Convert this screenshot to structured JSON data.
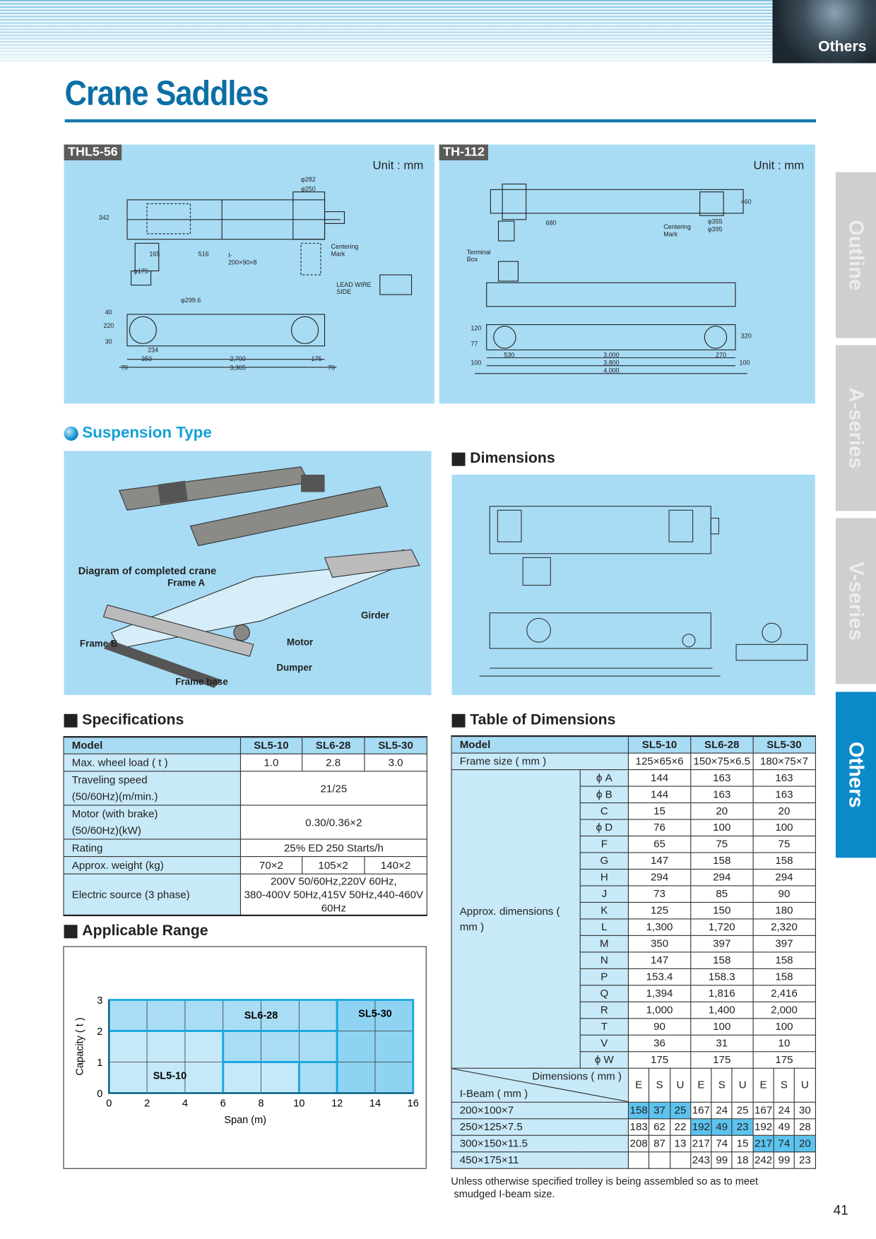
{
  "header": {
    "section": "Others"
  },
  "title": "Crane Saddles",
  "side_tabs": [
    "Outline",
    "A-series",
    "V-series",
    "Others"
  ],
  "active_tab": "Others",
  "drawing_left": {
    "label": "THL5-56",
    "unit": "Unit : mm",
    "annotations": [
      "φ282",
      "φ250",
      "Centering Mark",
      "I-200×90×8",
      "LEAD WIRE SIDE",
      "φ175",
      "φ299.6",
      "165",
      "234",
      "350",
      "2,700",
      "3,365",
      "175",
      "70",
      "70",
      "342",
      "516",
      "220",
      "40",
      "30"
    ]
  },
  "drawing_right": {
    "label": "TH-112",
    "unit": "Unit : mm",
    "annotations": [
      "Terminal Box",
      "Centering Mark",
      "φ355",
      "φ395",
      "680",
      "460",
      "530",
      "3,000",
      "3,800",
      "4,000",
      "270",
      "100",
      "100",
      "320",
      "120",
      "77"
    ]
  },
  "suspension": {
    "heading": "Suspension Type",
    "labels": {
      "caption": "Diagram of completed crane",
      "frame_a": "Frame A",
      "girder": "Girder",
      "frame_b": "Frame B",
      "motor": "Motor",
      "dumper": "Dumper",
      "frame_base": "Frame base"
    }
  },
  "dimensions_heading": "Dimensions",
  "specs": {
    "heading": "Specifications",
    "header": [
      "Model",
      "SL5-10",
      "SL6-28",
      "SL5-30"
    ],
    "rows": [
      {
        "label": "Max. wheel load ( t )",
        "values": [
          "1.0",
          "2.8",
          "3.0"
        ]
      },
      {
        "label": "Traveling speed\n(50/60Hz)(m/min.)",
        "span": "21/25"
      },
      {
        "label": "Motor (with brake)\n(50/60Hz)(kW)",
        "span": "0.30/0.36×2"
      },
      {
        "label": "Rating",
        "span": "25% ED 250 Starts/h"
      },
      {
        "label": "Approx. weight (kg)",
        "values": [
          "70×2",
          "105×2",
          "140×2"
        ]
      },
      {
        "label": "Electric source (3 phase)",
        "span": "200V 50/60Hz,220V 60Hz,\n380-400V 50Hz,415V 50Hz,440-460V 60Hz"
      }
    ]
  },
  "range_heading": "Applicable Range",
  "chart_data": {
    "type": "area",
    "title": "Applicable Range",
    "xlabel": "Span (m)",
    "ylabel": "Capacity ( t )",
    "xlim": [
      0,
      16
    ],
    "ylim": [
      0,
      3
    ],
    "xticks": [
      0,
      2,
      4,
      6,
      8,
      10,
      12,
      14,
      16
    ],
    "yticks": [
      0,
      1,
      2,
      3
    ],
    "regions": [
      {
        "name": "SL5-10",
        "cells": [
          [
            0,
            6,
            0,
            2
          ],
          [
            6,
            10,
            0,
            1
          ]
        ],
        "color": "#c6e9fa"
      },
      {
        "name": "SL6-28",
        "cells": [
          [
            0,
            12,
            2,
            3
          ],
          [
            6,
            12,
            1,
            2
          ],
          [
            10,
            12,
            0,
            1
          ]
        ],
        "color": "#a9ddf6"
      },
      {
        "name": "SL5-30",
        "cells": [
          [
            12,
            16,
            0,
            3
          ]
        ],
        "color": "#8fd3f3"
      }
    ]
  },
  "dim_table": {
    "heading": "Table of Dimensions",
    "header": [
      "Model",
      "SL5-10",
      "SL6-28",
      "SL5-30"
    ],
    "frame": {
      "label": "Frame size ( mm )",
      "values": [
        "125×65×6",
        "150×75×6.5",
        "180×75×7"
      ]
    },
    "group_label": "Approx. dimensions ( mm )",
    "rows": [
      [
        "ϕ A",
        "144",
        "163",
        "163"
      ],
      [
        "ϕ B",
        "144",
        "163",
        "163"
      ],
      [
        "C",
        "15",
        "20",
        "20"
      ],
      [
        "ϕ D",
        "76",
        "100",
        "100"
      ],
      [
        "F",
        "65",
        "75",
        "75"
      ],
      [
        "G",
        "147",
        "158",
        "158"
      ],
      [
        "H",
        "294",
        "294",
        "294"
      ],
      [
        "J",
        "73",
        "85",
        "90"
      ],
      [
        "K",
        "125",
        "150",
        "180"
      ],
      [
        "L",
        "1,300",
        "1,720",
        "2,320"
      ],
      [
        "M",
        "350",
        "397",
        "397"
      ],
      [
        "N",
        "147",
        "158",
        "158"
      ],
      [
        "P",
        "153.4",
        "158.3",
        "158"
      ],
      [
        "Q",
        "1,394",
        "1,816",
        "2,416"
      ],
      [
        "R",
        "1,000",
        "1,400",
        "2,000"
      ],
      [
        "T",
        "90",
        "100",
        "100"
      ],
      [
        "V",
        "36",
        "31",
        "10"
      ],
      [
        "ϕ W",
        "175",
        "175",
        "175"
      ]
    ],
    "ibeam_header": {
      "dims": "Dimensions ( mm )",
      "ibeam": "I-Beam ( mm )",
      "cols": [
        "E",
        "S",
        "U"
      ]
    },
    "ibeam_rows": [
      {
        "size": "200×100×7",
        "values": [
          "158",
          "37",
          "25",
          "167",
          "24",
          "25",
          "167",
          "24",
          "30"
        ],
        "highlight": 0
      },
      {
        "size": "250×125×7.5",
        "values": [
          "183",
          "62",
          "22",
          "192",
          "49",
          "23",
          "192",
          "49",
          "28"
        ],
        "highlight": 1
      },
      {
        "size": "300×150×11.5",
        "values": [
          "208",
          "87",
          "13",
          "217",
          "74",
          "15",
          "217",
          "74",
          "20"
        ],
        "highlight": 2
      },
      {
        "size": "450×175×11",
        "values": [
          "",
          "",
          "",
          "243",
          "99",
          "18",
          "242",
          "99",
          "23"
        ],
        "highlight": -1
      }
    ],
    "note": "Unless otherwise specified trolley is being assembled so as to meet\n smudged I-beam size."
  },
  "page_number": "41"
}
